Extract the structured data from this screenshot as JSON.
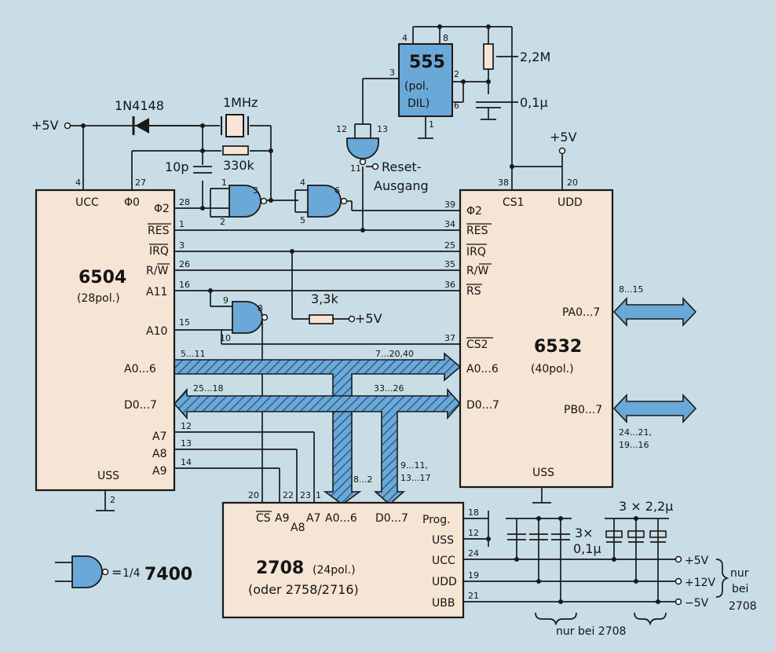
{
  "chips": {
    "c6504": {
      "name": "6504",
      "pkg": "(28pol.)",
      "ucc": "UCC",
      "phi0": "Φ0",
      "uss": "USS",
      "labels": {
        "phi2": "Φ2",
        "res": "RES",
        "irq": "IRQ",
        "rw": "R/W",
        "a11": "A11",
        "a10": "A10",
        "a06": "A0...6",
        "d07": "D0...7",
        "a7": "A7",
        "a8": "A8",
        "a9": "A9"
      }
    },
    "c6532": {
      "name": "6532",
      "pkg": "(40pol.)",
      "cs1": "CS1",
      "udd": "UDD",
      "uss": "USS",
      "labels": {
        "phi2": "Φ2",
        "res": "RES",
        "irq": "IRQ",
        "rw": "R/W",
        "rs": "RS",
        "cs2": "CS2",
        "a06": "A0...6",
        "d07": "D0...7",
        "pa": "PA0...7",
        "pb": "PB0...7"
      }
    },
    "c2708": {
      "name": "2708",
      "pkg": "(24pol.)",
      "alt": "(oder 2758/2716)",
      "labels": {
        "cs": "CS",
        "a9": "A9",
        "a8": "A8",
        "a7": "A7",
        "a06": "A0...6",
        "d07": "D0...7",
        "prog": "Prog.",
        "uss": "USS",
        "ucc": "UCC",
        "udd": "UDD",
        "ubb": "UBB"
      }
    },
    "c555": {
      "name": "555",
      "pkg1": "(pol.",
      "pkg2": "DIL)"
    }
  },
  "components": {
    "diode": "1N4148",
    "crystal": "1MHz",
    "cap10p": "10p",
    "r330k": "330k",
    "r22m": "2,2M",
    "c01u": "0,1µ",
    "r33k": "3,3k",
    "cap3x": "3×",
    "cap3x_val": "0,1µ",
    "elko": "3 × 2,2µ"
  },
  "power": {
    "p5v_left": "+5V",
    "p5v_top": "+5V",
    "p5v_r33": "+5V",
    "out_5v": "+5V",
    "out_12v": "+12V",
    "out_m5v": "−5V"
  },
  "notes": {
    "reset1": "Reset-",
    "reset2": "Ausgang",
    "nur": "nur",
    "bei": "bei",
    "n2708": "2708",
    "nur_bei_2708": "nur bei 2708"
  },
  "legend": {
    "equals": "=",
    "frac": "1/4",
    "part": "7400"
  },
  "pins": {
    "p4": "4",
    "p27": "27",
    "p28": "28",
    "p1": "1",
    "p3": "3",
    "p26": "26",
    "p16": "16",
    "p15": "15",
    "p5_11": "5...11",
    "p25_18": "25...18",
    "p12": "12",
    "p13": "13",
    "p14": "14",
    "p2": "2",
    "g1": "1",
    "g2": "2",
    "g3": "3",
    "g4": "4",
    "g5": "5",
    "g6": "6",
    "g8": "8",
    "g9": "9",
    "g10": "10",
    "g11": "11",
    "g12": "12",
    "g13": "13",
    "t4": "4",
    "t8": "8",
    "t3": "3",
    "t2": "2",
    "t6": "6",
    "t1": "1",
    "r39": "39",
    "r34": "34",
    "r25": "25",
    "r35": "35",
    "r36": "36",
    "r37": "37",
    "r38": "38",
    "r20": "20",
    "r7_20_40": "7...20,40",
    "r33_26": "33...26",
    "r8_15": "8...15",
    "r24_21": "24...21,",
    "r19_16": "19...16",
    "e20": "20",
    "e22": "22",
    "e23": "23",
    "e1": "1",
    "e8_2": "8...2",
    "e9_11": "9...11,",
    "e13_17": "13...17",
    "e18": "18",
    "e12": "12",
    "e24": "24",
    "e19": "19",
    "e21": "21"
  }
}
